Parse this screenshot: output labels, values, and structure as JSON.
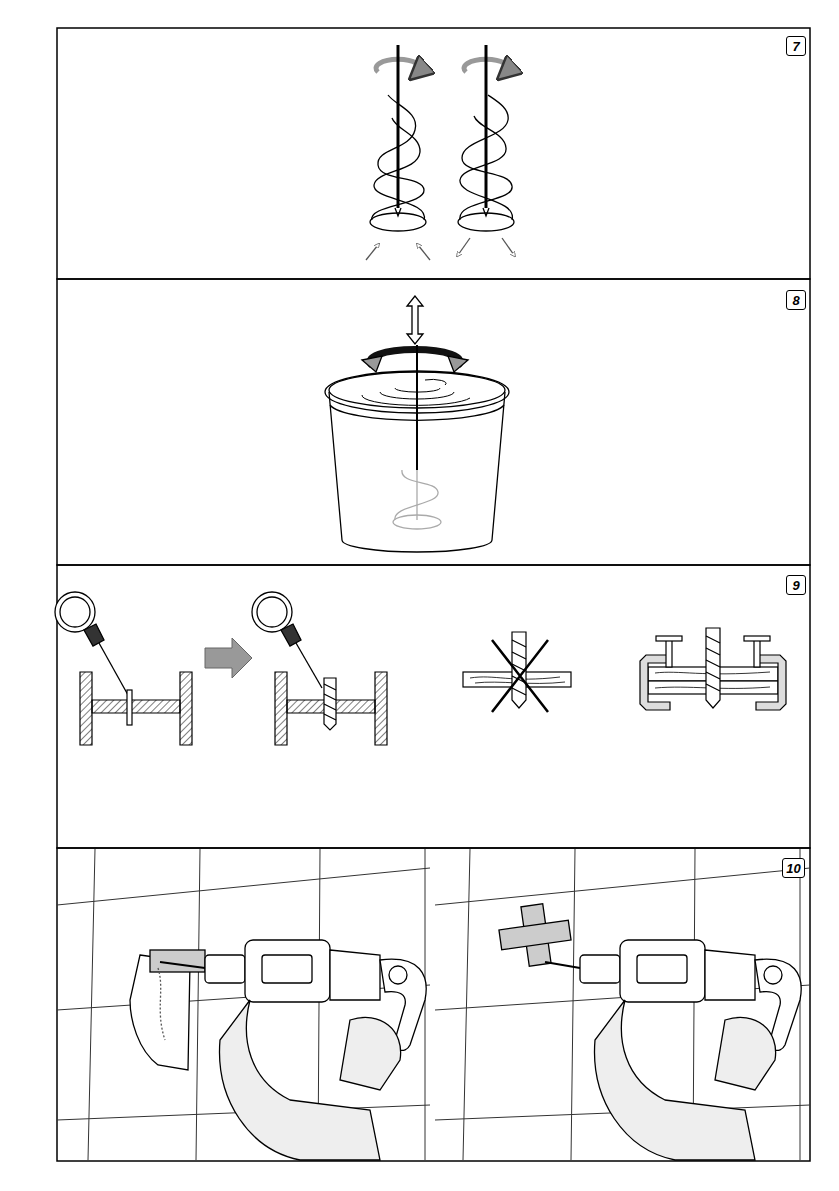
{
  "diagram": {
    "nodes": [
      {
        "text": [
          "7"
        ]
      },
      {
        "text": [
          "8"
        ]
      },
      {
        "text": [
          "9"
        ]
      },
      {
        "text": [
          "10"
        ]
      }
    ]
  }
}
